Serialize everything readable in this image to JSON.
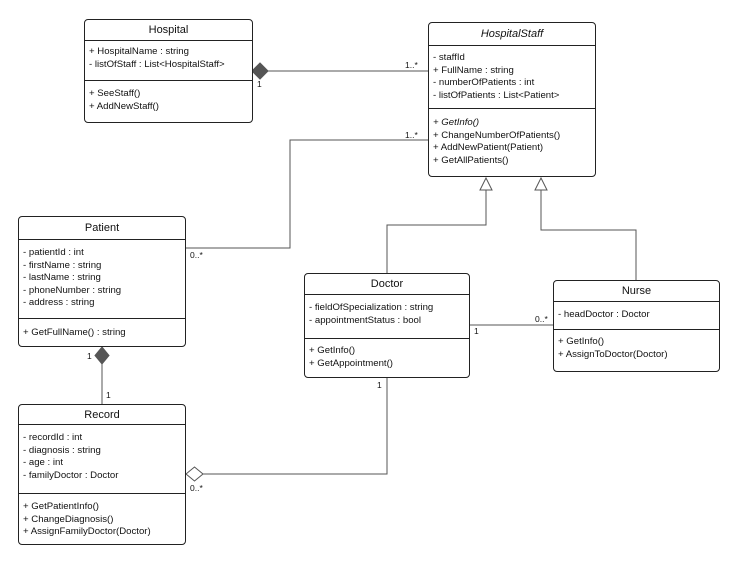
{
  "classes": {
    "hospital": {
      "name": "Hospital",
      "attributes": [
        "+ HospitalName : string",
        "- listOfStaff : List<HospitalStaff>"
      ],
      "methods": [
        "+ SeeStaff()",
        "+ AddNewStaff()"
      ]
    },
    "hospital_staff": {
      "name": "HospitalStaff",
      "abstract": true,
      "attributes": [
        "- staffId",
        "+ FullName : string",
        "- numberOfPatients : int",
        "- listOfPatients : List<Patient>"
      ],
      "methods": [
        "+ GetInfo()",
        "+ ChangeNumberOfPatients()",
        "+ AddNewPatient(Patient)",
        "+ GetAllPatients()"
      ],
      "abstract_methods": [
        0
      ]
    },
    "patient": {
      "name": "Patient",
      "attributes": [
        "- patientId : int",
        "- firstName : string",
        "- lastName : string",
        "- phoneNumber : string",
        "- address : string"
      ],
      "methods": [
        "+ GetFullName() : string"
      ]
    },
    "doctor": {
      "name": "Doctor",
      "attributes": [
        "- fieldOfSpecialization : string",
        "- appointmentStatus : bool"
      ],
      "methods": [
        "+ GetInfo()",
        "+ GetAppointment()"
      ]
    },
    "nurse": {
      "name": "Nurse",
      "attributes": [
        "- headDoctor : Doctor"
      ],
      "methods": [
        "+ GetInfo()",
        "+ AssignToDoctor(Doctor)"
      ]
    },
    "record": {
      "name": "Record",
      "attributes": [
        "- recordId : int",
        "- diagnosis : string",
        "- age : int",
        "- familyDoctor : Doctor"
      ],
      "methods": [
        "+ GetPatientInfo()",
        "+ ChangeDiagnosis()",
        "+ AssignFamilyDoctor(Doctor)"
      ]
    }
  },
  "relationships": [
    {
      "type": "composition",
      "from": "Hospital",
      "to": "HospitalStaff",
      "from_mult": "1",
      "to_mult": "1..*"
    },
    {
      "type": "association",
      "from": "Patient",
      "to": "HospitalStaff",
      "from_mult": "0..*",
      "to_mult": "1..*"
    },
    {
      "type": "generalization",
      "from": "Doctor",
      "to": "HospitalStaff"
    },
    {
      "type": "generalization",
      "from": "Nurse",
      "to": "HospitalStaff"
    },
    {
      "type": "association",
      "from": "Doctor",
      "to": "Nurse",
      "from_mult": "1",
      "to_mult": "0..*"
    },
    {
      "type": "composition",
      "from": "Patient",
      "to": "Record",
      "from_mult": "1",
      "to_mult": "1"
    },
    {
      "type": "aggregation",
      "from": "Record",
      "to": "Doctor",
      "from_mult": "0..*",
      "to_mult": "1"
    }
  ]
}
